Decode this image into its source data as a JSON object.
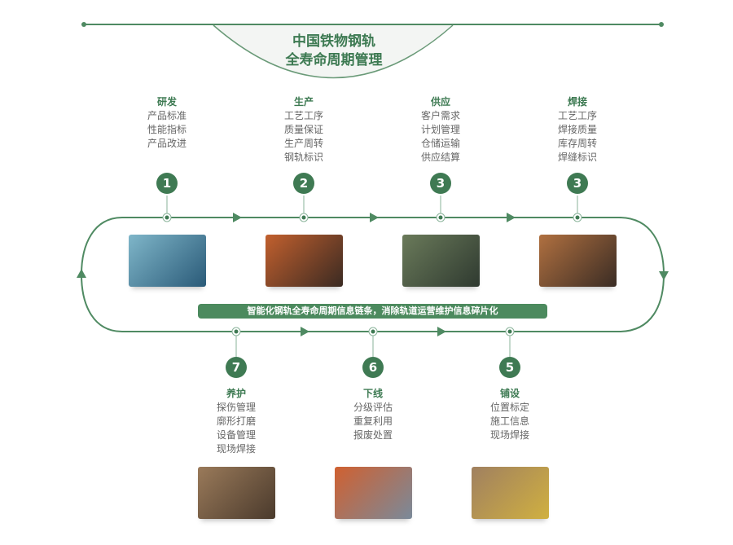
{
  "title": {
    "line1": "中国铁物钢轨",
    "line2": "全寿命周期管理"
  },
  "banner": "智能化钢轨全寿命周期信息链条，消除轨道运营维护信息碎片化",
  "top_stages": [
    {
      "num": "1",
      "heading": "研发",
      "items": [
        "产品标准",
        "性能指标",
        "产品改进"
      ]
    },
    {
      "num": "2",
      "heading": "生产",
      "items": [
        "工艺工序",
        "质量保证",
        "生产周转",
        "钢轨标识"
      ]
    },
    {
      "num": "3",
      "heading": "供应",
      "items": [
        "客户需求",
        "计划管理",
        "仓储运输",
        "供应结算"
      ]
    },
    {
      "num": "3",
      "heading": "焊接",
      "items": [
        "工艺工序",
        "焊接质量",
        "库存周转",
        "焊缝标识"
      ]
    }
  ],
  "bottom_stages": [
    {
      "num": "7",
      "heading": "养护",
      "items": [
        "探伤管理",
        "廓形打磨",
        "设备管理",
        "现场焊接"
      ]
    },
    {
      "num": "6",
      "heading": "下线",
      "items": [
        "分级评估",
        "重复利用",
        "报废处置"
      ]
    },
    {
      "num": "5",
      "heading": "铺设",
      "items": [
        "位置标定",
        "施工信息",
        "现场焊接"
      ]
    }
  ],
  "colors": {
    "green": "#3f7a53"
  }
}
